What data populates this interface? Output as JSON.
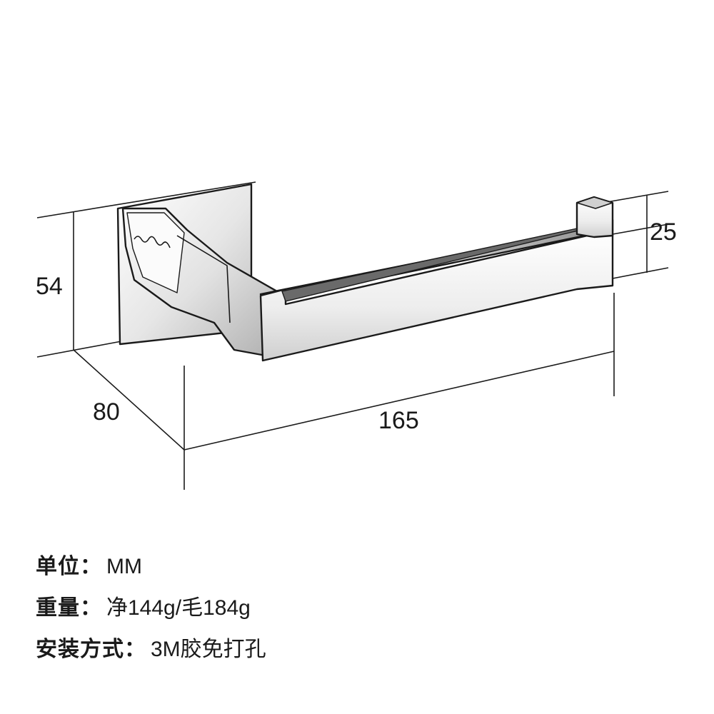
{
  "dimensions": {
    "height": "54",
    "depth": "80",
    "length": "165",
    "hook_height": "25"
  },
  "specs": [
    {
      "label": "单位：",
      "value": "MM"
    },
    {
      "label": "重量：",
      "value": "净144g/毛184g"
    },
    {
      "label": "安装方式：",
      "value": "3M胶免打孔"
    }
  ],
  "colors": {
    "line": "#1a1a1a",
    "metal_light": "#f4f4f4",
    "metal_dark": "#3a3a3a"
  }
}
